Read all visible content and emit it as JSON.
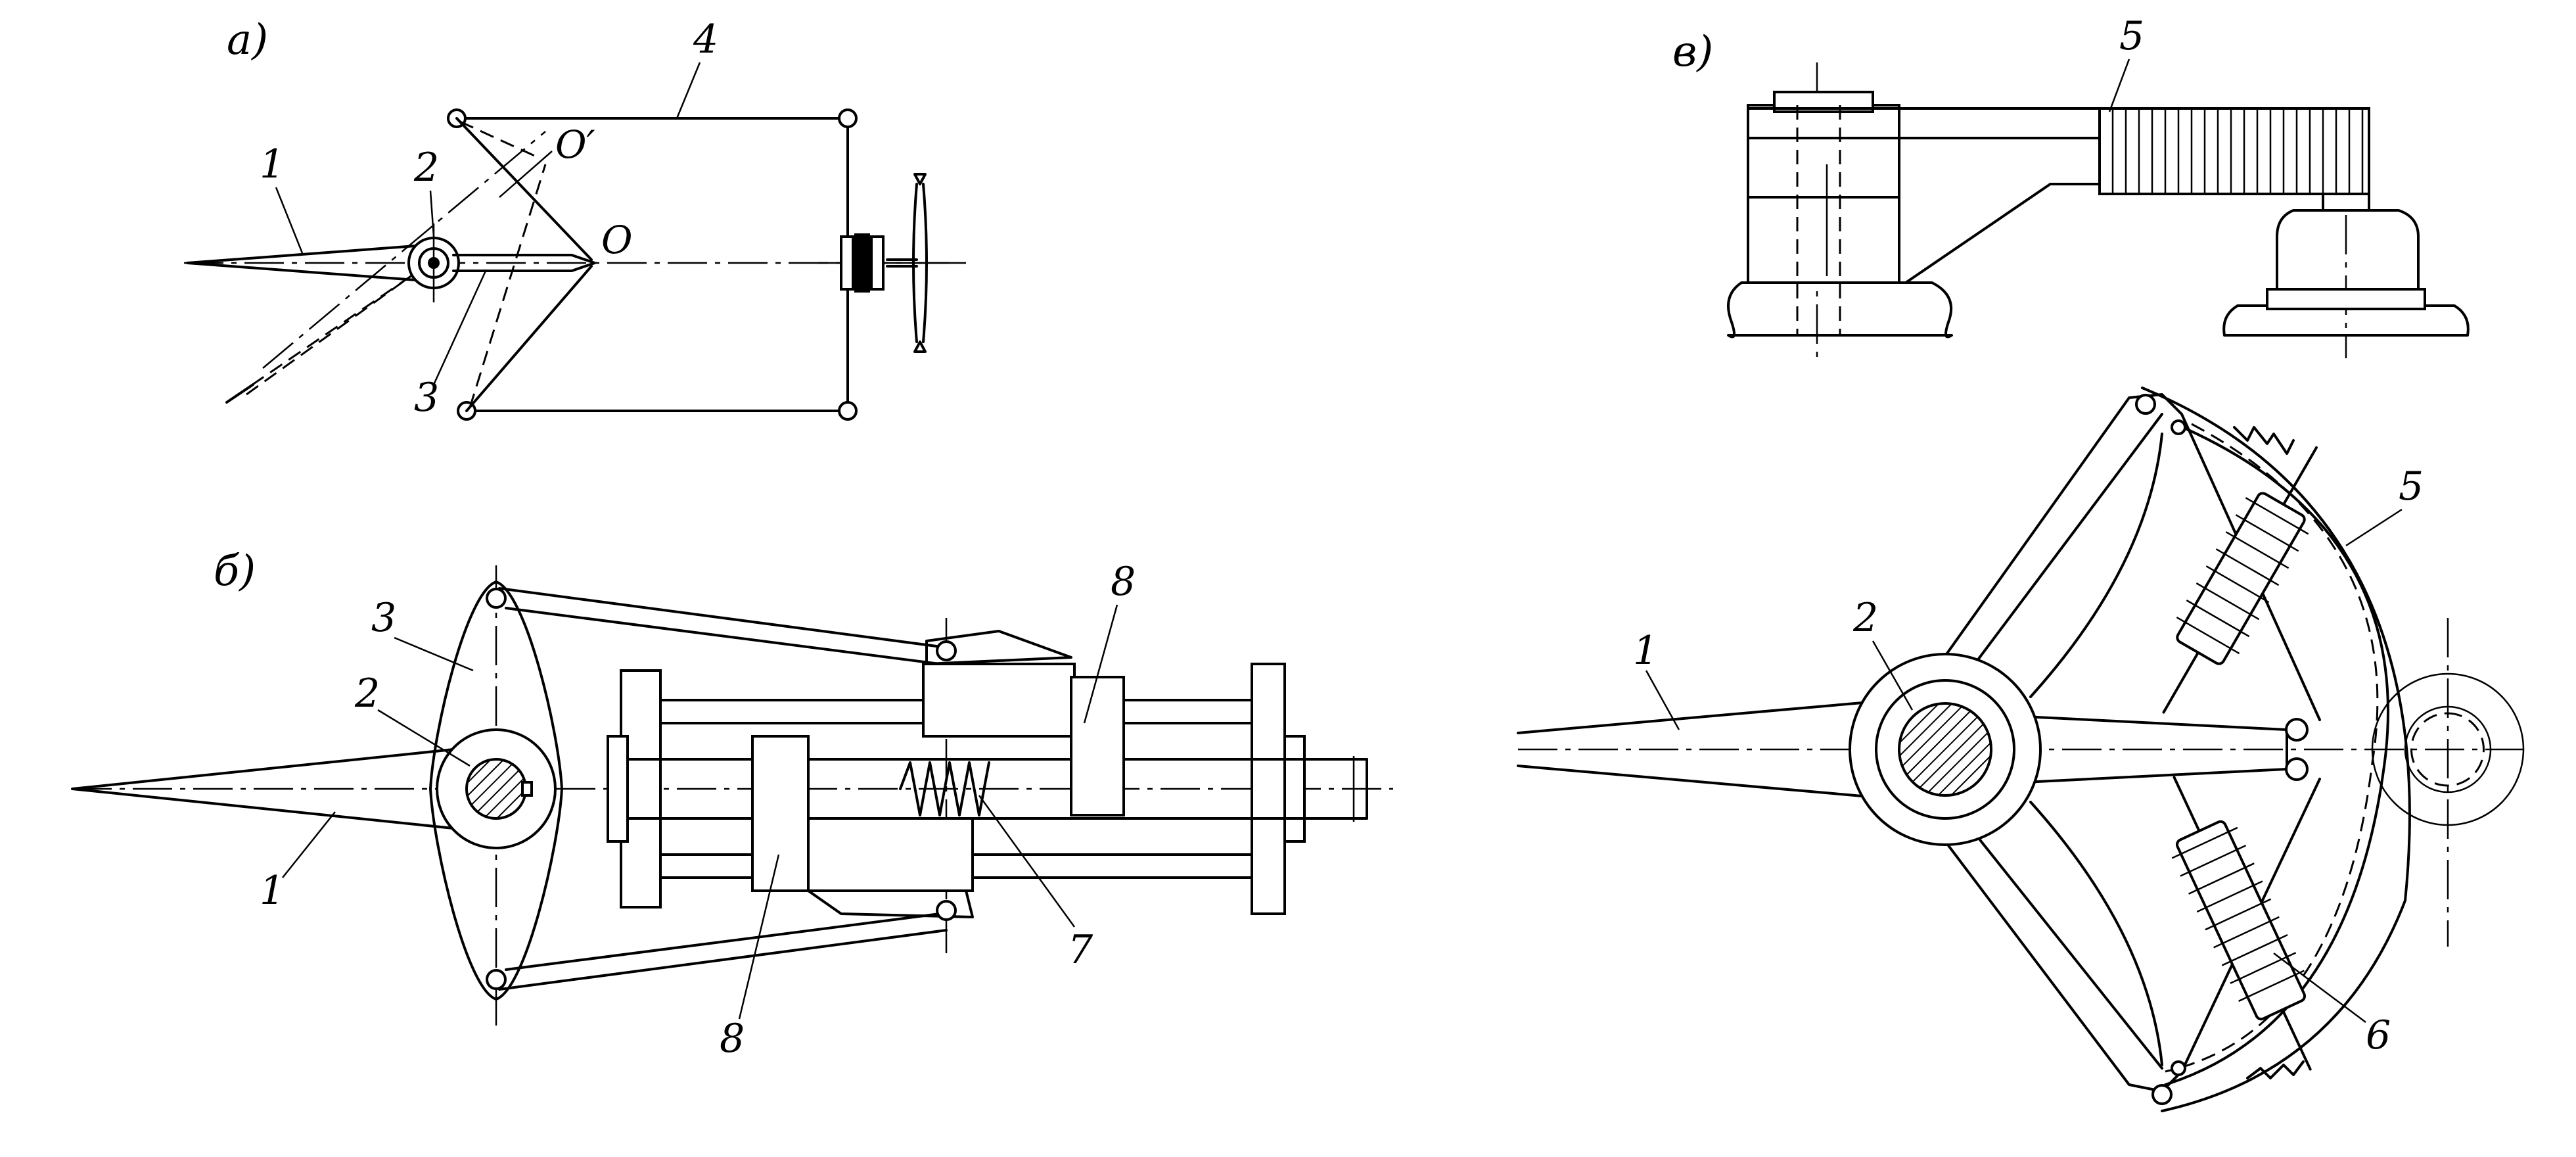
{
  "panels": {
    "a": {
      "letter": "а)"
    },
    "b": {
      "letter": "б)"
    },
    "v": {
      "letter": "в)"
    }
  },
  "labels": {
    "a_1": "1",
    "a_2": "2",
    "a_3": "3",
    "a_4": "4",
    "a_O": "O",
    "a_Oprime": "O′",
    "b_1": "1",
    "b_2": "2",
    "b_3": "3",
    "b_7": "7",
    "b_8_top": "8",
    "b_8_bottom": "8",
    "v_5_top": "5",
    "v_1": "1",
    "v_2": "2",
    "v_5_arc": "5",
    "v_6": "6"
  }
}
